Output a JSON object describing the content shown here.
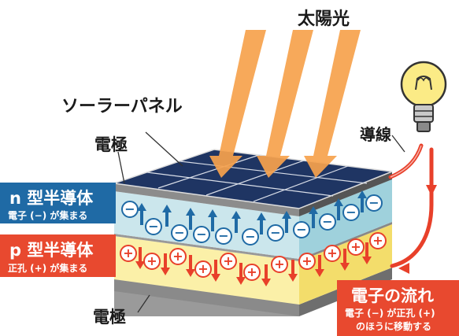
{
  "labels": {
    "sunlight": "太陽光",
    "solar_panel": "ソーラーパネル",
    "electrode_top": "電極",
    "electrode_bottom": "電極",
    "wire": "導線"
  },
  "n_box": {
    "title": "n 型半導体",
    "subtitle": "電子 (−) が集まる"
  },
  "p_box": {
    "title": "p 型半導体",
    "subtitle": "正孔 (+) が集まる"
  },
  "flow_box": {
    "title": "電子の流れ",
    "line1": "電子 (−) が正孔 (+)",
    "line2": "のほうに移動する"
  },
  "symbols": {
    "electron": "−",
    "hole": "+"
  },
  "colors": {
    "n_box": "#1f6aa5",
    "p_box": "#e8492f",
    "flow_box": "#e8492f",
    "n_layer": "#cbe6ec",
    "p_layer": "#fbf0a8",
    "electron": "#1f6aa5",
    "hole": "#e8402a",
    "wire": "#e8402a",
    "sun_rays": "#f7a24d",
    "panel": "#1f3563"
  }
}
